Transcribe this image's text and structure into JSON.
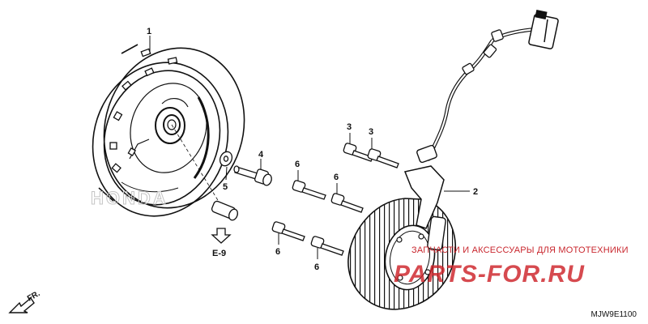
{
  "callouts": {
    "flywheel": "1",
    "stator": "2",
    "bolt_a": "3",
    "bolt_b": "3",
    "flange_bolt": "4",
    "washer": "5",
    "bolt_6a": "6",
    "bolt_6b": "6",
    "bolt_6c": "6",
    "bolt_6d": "6"
  },
  "reference": "E-9",
  "front_arrow": "FR.",
  "part_code": "MJW9E1100",
  "watermark": {
    "logo_text": "HONDA",
    "tagline": "ЗАПЧАСТИ И АКСЕССУАРЫ ДЛЯ МОТОТЕХНИКИ",
    "brand": "PARTS-FOR.RU"
  },
  "colors": {
    "ink": "#111111",
    "watermark_red": "#c9272e"
  }
}
